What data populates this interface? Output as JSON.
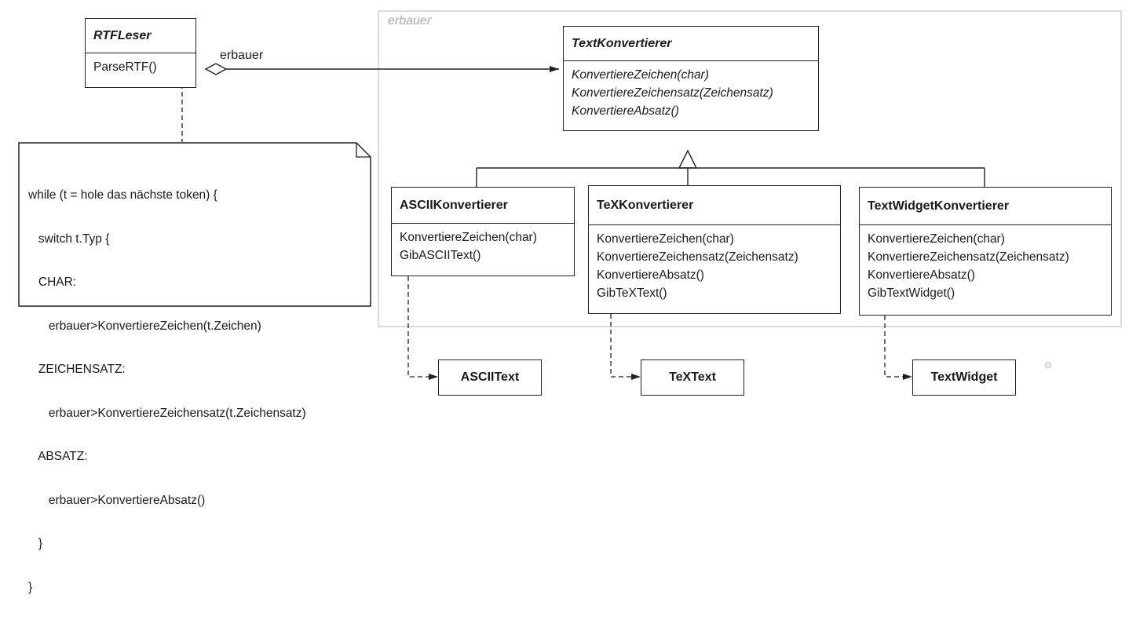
{
  "frame": {
    "label": "erbauer"
  },
  "association": {
    "label": "erbauer"
  },
  "director": {
    "name": "RTFLeser",
    "operations": [
      "ParseRTF()"
    ]
  },
  "builder": {
    "name": "TextKonvertierer",
    "operations": [
      "KonvertiereZeichen(char)",
      "KonvertiereZeichensatz(Zeichensatz)",
      "KonvertiereAbsatz()"
    ]
  },
  "converters": [
    {
      "name": "ASCIIKonvertierer",
      "operations": [
        "KonvertiereZeichen(char)",
        "GibASCIIText()"
      ]
    },
    {
      "name": "TeXKonvertierer",
      "operations": [
        "KonvertiereZeichen(char)",
        "KonvertiereZeichensatz(Zeichensatz)",
        "KonvertiereAbsatz()",
        "GibTeXText()"
      ]
    },
    {
      "name": "TextWidgetKonvertierer",
      "operations": [
        "KonvertiereZeichen(char)",
        "KonvertiereZeichensatz(Zeichensatz)",
        "KonvertiereAbsatz()",
        "GibTextWidget()"
      ]
    }
  ],
  "products": [
    {
      "name": "ASCIIText"
    },
    {
      "name": "TeXText"
    },
    {
      "name": "TextWidget"
    }
  ],
  "note": {
    "lines": [
      "while (t = hole das nächste token) {",
      "   switch t.Typ {",
      "   CHAR:",
      "      erbauer>KonvertiereZeichen(t.Zeichen)",
      "   ZEICHENSATZ:",
      "      erbauer>KonvertiereZeichensatz(t.Zeichensatz)",
      "   ABSATZ:",
      "      erbauer>KonvertiereAbsatz()",
      "   }",
      "}"
    ]
  }
}
